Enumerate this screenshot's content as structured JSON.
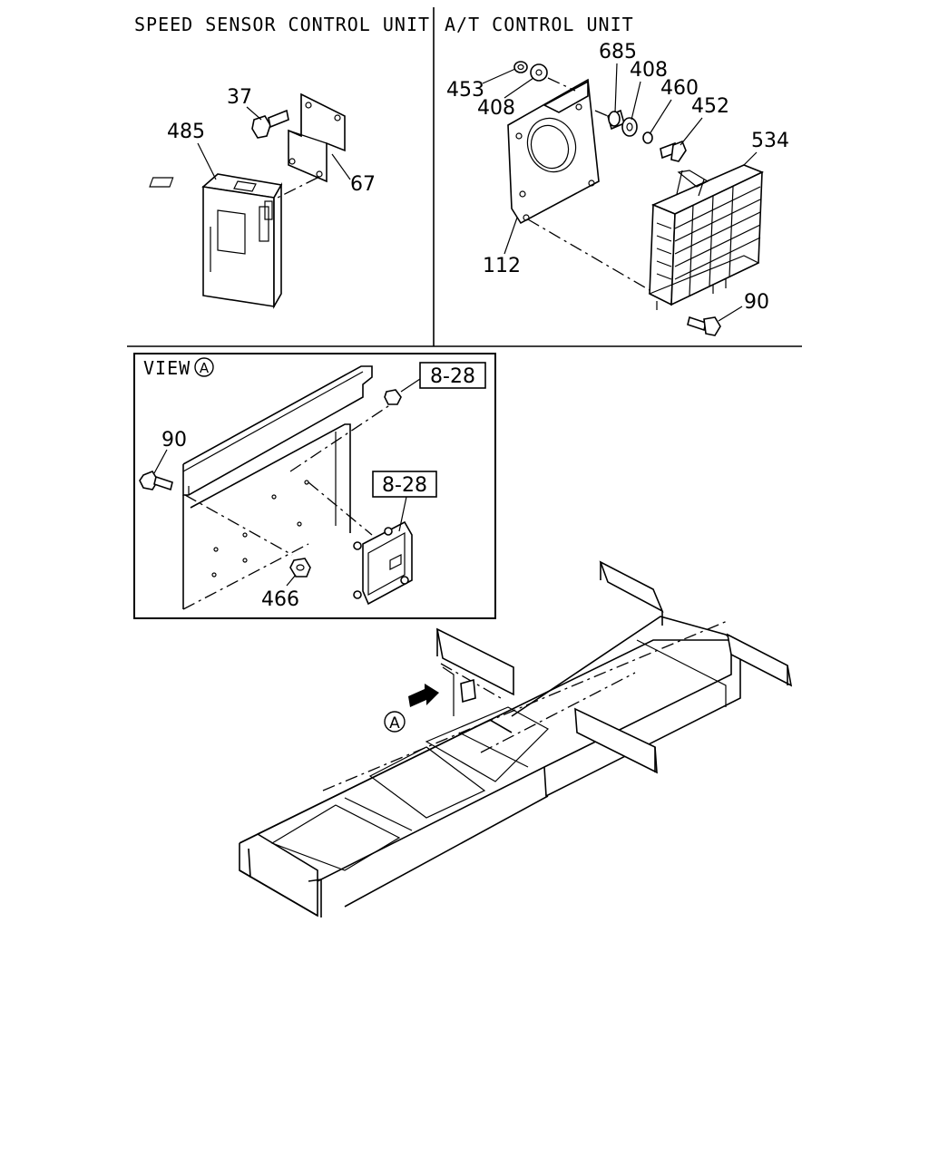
{
  "sections": {
    "speed_sensor": "SPEED SENSOR CONTROL UNIT",
    "at_control": "A/T CONTROL UNIT",
    "view": "VIEW",
    "view_marker": "A"
  },
  "parts": {
    "p37": "37",
    "p485": "485",
    "p67": "67",
    "p453": "453",
    "p408a": "408",
    "p685": "685",
    "p408b": "408",
    "p460": "460",
    "p452": "452",
    "p534": "534",
    "p112": "112",
    "p90a": "90",
    "p90b": "90",
    "p466": "466",
    "ref1": "8-28",
    "ref2": "8-28",
    "arrow_marker": "A"
  }
}
